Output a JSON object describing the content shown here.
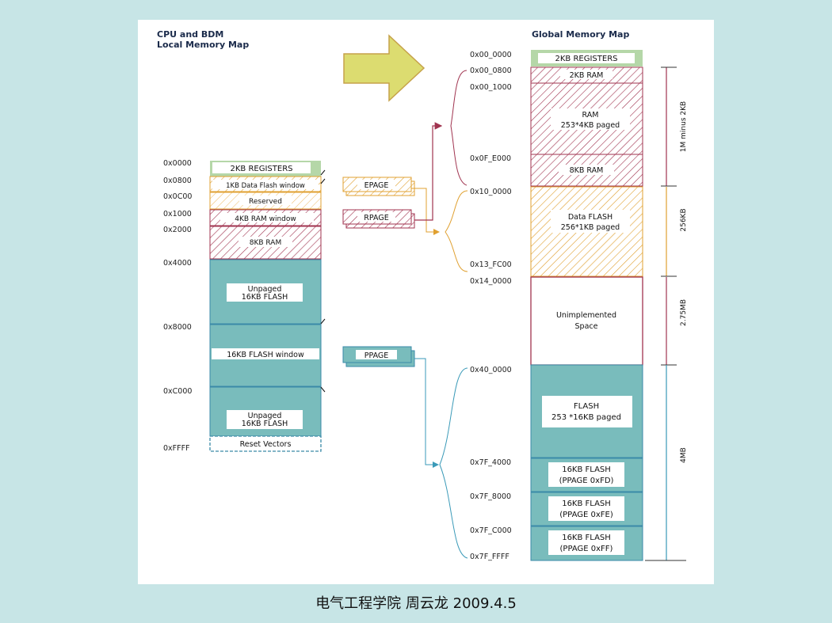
{
  "local_map": {
    "title_line1": "CPU and BDM",
    "title_line2": "Local Memory Map",
    "addresses": [
      "0x0000",
      "0x0800",
      "0x0C00",
      "0x1000",
      "0x2000",
      "0x4000",
      "0x8000",
      "0xC000",
      "0xFFFF"
    ],
    "regions": {
      "registers": "2KB REGISTERS",
      "data_flash_window": "1KB Data Flash window",
      "reserved": "Reserved",
      "ram_window": "4KB RAM window",
      "ram_8kb": "8KB RAM",
      "unpaged_flash_1_line1": "Unpaged",
      "unpaged_flash_1_line2": "16KB FLASH",
      "flash_window": "16KB FLASH window",
      "unpaged_flash_2_line1": "Unpaged",
      "unpaged_flash_2_line2": "16KB FLASH",
      "reset_vectors": "Reset Vectors"
    }
  },
  "page_registers": {
    "epage": "EPAGE",
    "rpage": "RPAGE",
    "ppage": "PPAGE"
  },
  "global_map": {
    "title": "Global Memory Map",
    "addresses": [
      "0x00_0000",
      "0x00_0800",
      "0x00_1000",
      "0x0F_E000",
      "0x10_0000",
      "0x13_FC00",
      "0x14_0000",
      "0x40_0000",
      "0x7F_4000",
      "0x7F_8000",
      "0x7F_C000",
      "0x7F_FFFF"
    ],
    "regions": {
      "registers": "2KB REGISTERS",
      "ram_2kb": "2KB RAM",
      "ram_paged_line1": "RAM",
      "ram_paged_line2": "253*4KB paged",
      "ram_8kb": "8KB RAM",
      "data_flash_line1": "Data FLASH",
      "data_flash_line2": "256*1KB paged",
      "unimplemented_line1": "Unimplemented",
      "unimplemented_line2": "Space",
      "flash_line1": "FLASH",
      "flash_line2": "253 *16KB paged",
      "flash_fd_line1": "16KB FLASH",
      "flash_fd_line2": "(PPAGE 0xFD)",
      "flash_fe_line1": "16KB FLASH",
      "flash_fe_line2": "(PPAGE 0xFE)",
      "flash_ff_line1": "16KB FLASH",
      "flash_ff_line2": "(PPAGE 0xFF)"
    },
    "size_labels": [
      "1M minus 2KB",
      "256KB",
      "2.75MB",
      "4MB"
    ]
  },
  "colors": {
    "registers": "#b5d7a8",
    "ram_hatch": "#a0334f",
    "flash_hatch": "#e0a030",
    "flash": "#79bcbc",
    "arrow_fill": "#dcdc70",
    "arrow_stroke": "#c6a24a"
  },
  "footer": "电气工程学院  周云龙  2009.4.5"
}
